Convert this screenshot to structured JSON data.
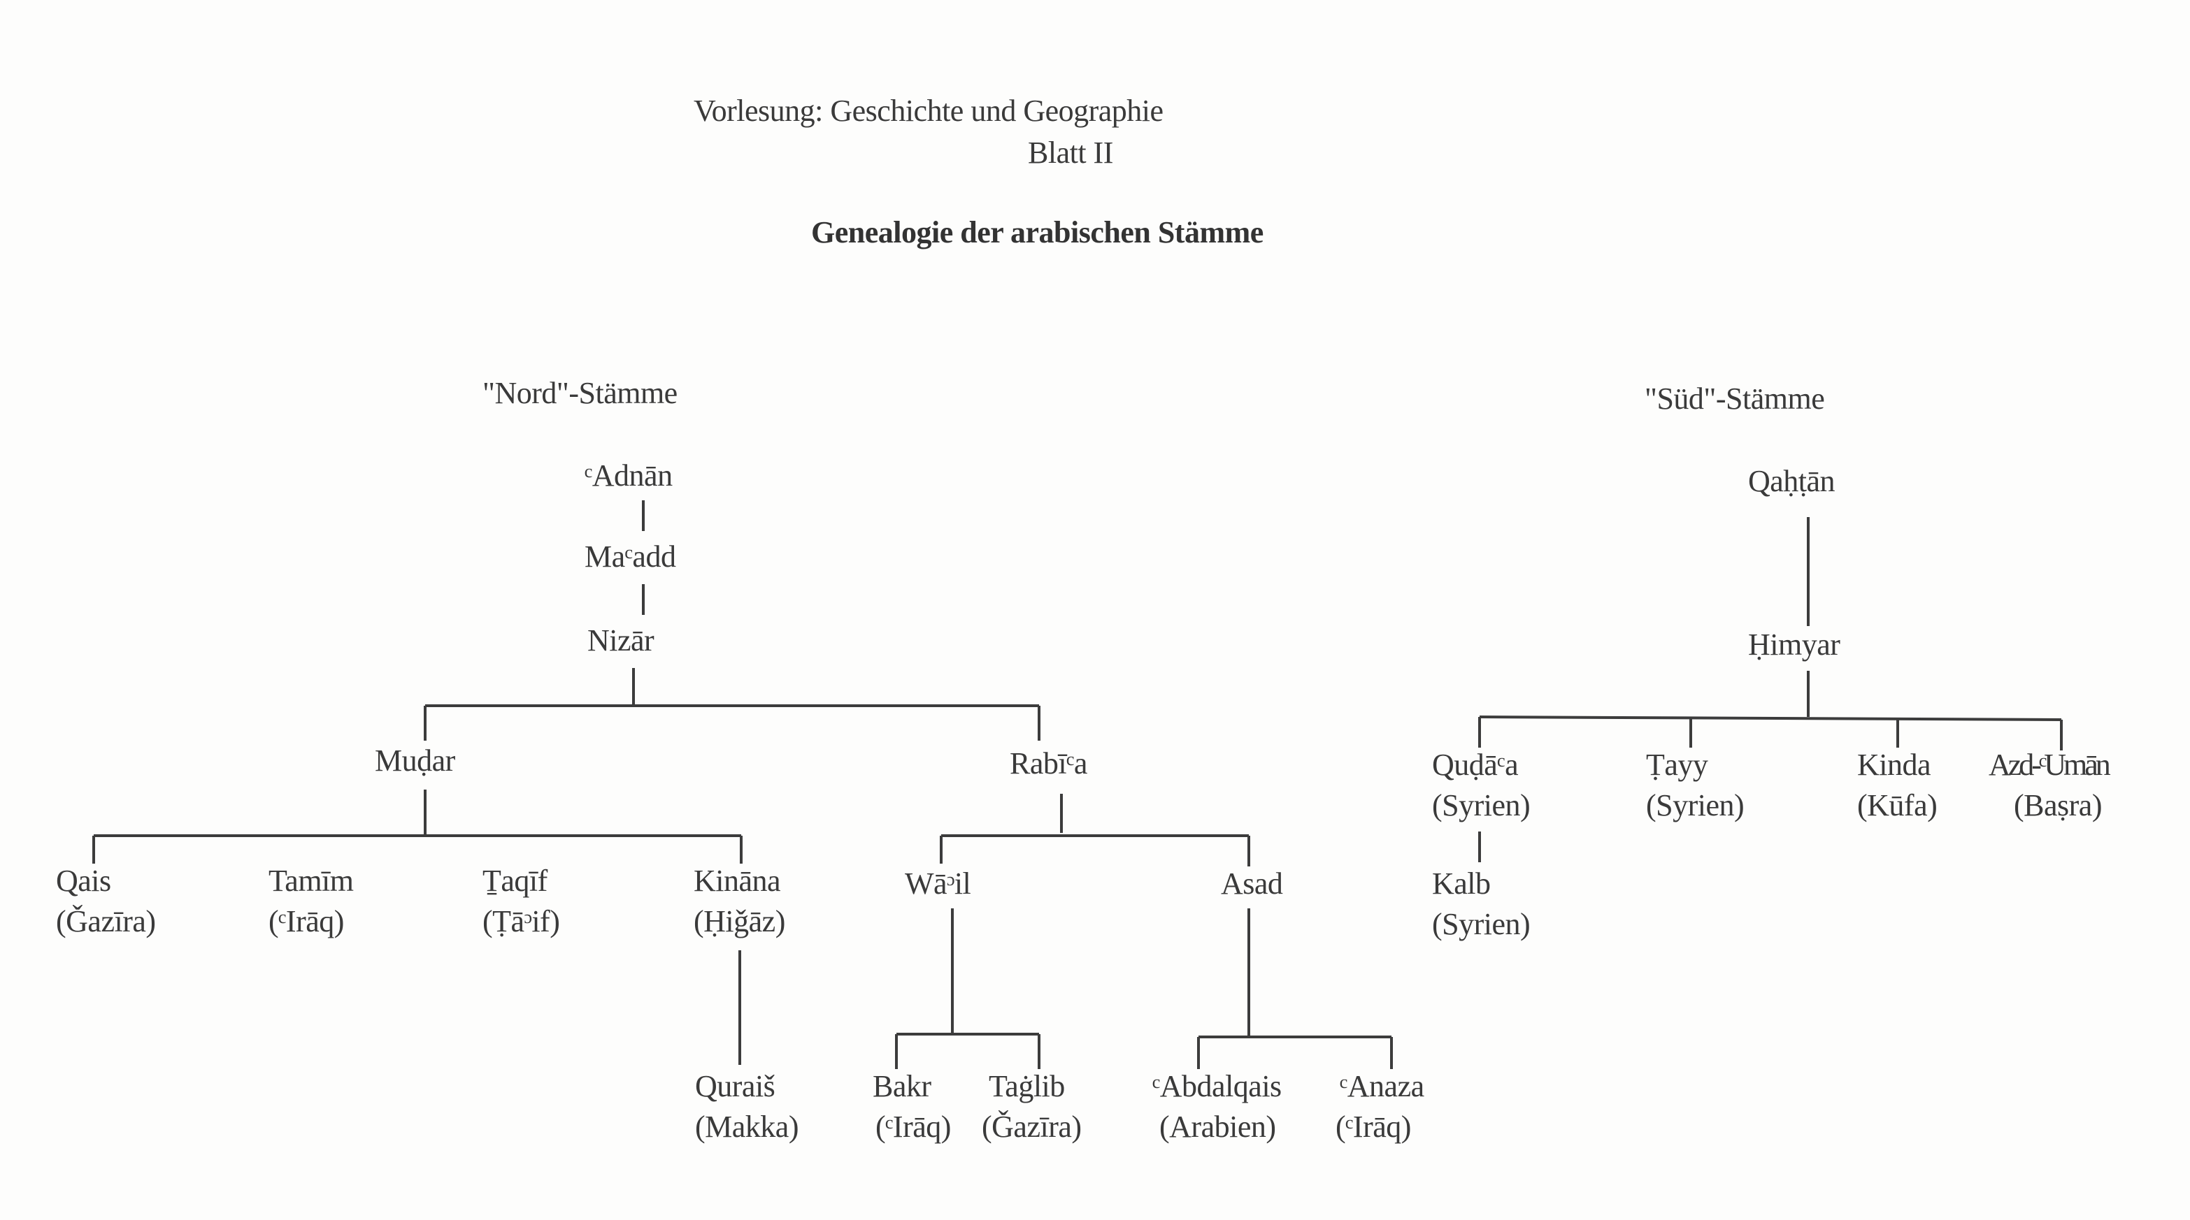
{
  "header": {
    "lecture": "Vorlesung: Geschichte und Geographie",
    "sheet": "Blatt II",
    "title": "Genealogie der arabischen Stämme"
  },
  "north": {
    "heading": "\"Nord\"-Stämme",
    "adnan": "ᶜAdnān",
    "maadd": "Maᶜadd",
    "nizar": "Nizār",
    "mudar": "Muḍar",
    "rabia": "Rabīᶜa",
    "qais": {
      "name": "Qais",
      "region": "(Ǧazīra)"
    },
    "tamim": {
      "name": "Tamīm",
      "region": "(ᶜIrāq)"
    },
    "taqif": {
      "name": "Ṯaqīf",
      "region": "(Ṭāᵓif)"
    },
    "kinana": {
      "name": "Kināna",
      "region": "(Ḥiǧāz)"
    },
    "quraish": {
      "name": "Quraiš",
      "region": "(Makka)"
    },
    "wail": "Wāᵓil",
    "asad": "Asad",
    "bakr": {
      "name": "Bakr",
      "region": "(ᶜIrāq)"
    },
    "taghlib": {
      "name": "Taġlib",
      "region": "(Ǧazīra)"
    },
    "abdalqais": {
      "name": "ᶜAbdalqais",
      "region": "(Arabien)"
    },
    "anaza": {
      "name": "ᶜAnaza",
      "region": "(ᶜIrāq)"
    }
  },
  "south": {
    "heading": "\"Süd\"-Stämme",
    "qahtan": "Qaḥṭān",
    "himyar": "Ḥimyar",
    "qudaa": {
      "name": "Quḍāᶜa",
      "region": "(Syrien)"
    },
    "tayy": {
      "name": "Ṭayy",
      "region": "(Syrien)"
    },
    "kinda": {
      "name": "Kinda",
      "region": "(Kūfa)"
    },
    "azd": {
      "name": "Azd-ᶜUmān",
      "region": "(Baṣra)"
    },
    "kalb": {
      "name": "Kalb",
      "region": "(Syrien)"
    }
  }
}
